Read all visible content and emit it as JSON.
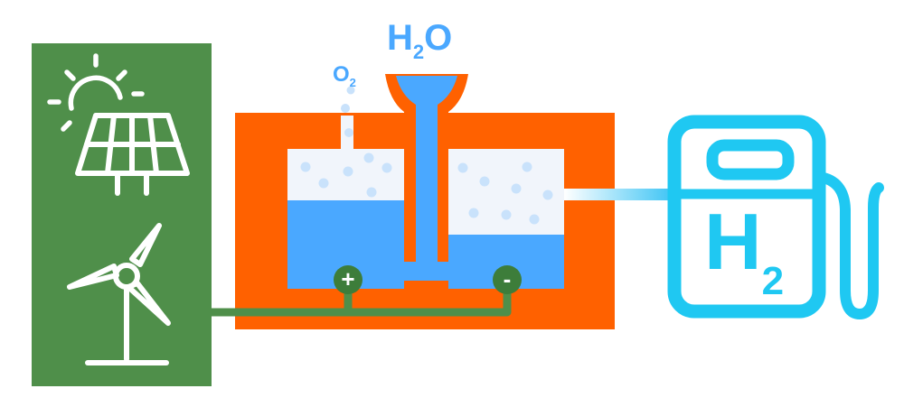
{
  "labels": {
    "water_formula": "H",
    "water_sub": "2",
    "water_tail": "O",
    "oxygen_formula": "O",
    "oxygen_sub": "2",
    "hydrogen_formula": "H",
    "hydrogen_sub": "2",
    "anode_sign": "+",
    "cathode_sign": "-"
  },
  "icons": {
    "power_source": [
      "sun-icon",
      "solar-panel-icon",
      "wind-turbine-icon"
    ],
    "station": "hydrogen-pump-icon"
  },
  "colors": {
    "renewable_panel": "#4f8f4a",
    "electrolyzer": "#ff6100",
    "water": "#4aa8ff",
    "gas_bubble": "#c9e2fb",
    "hydrogen_station": "#1fc8f2",
    "electrode": "#3d7d3a",
    "icon_white": "#ffffff"
  }
}
